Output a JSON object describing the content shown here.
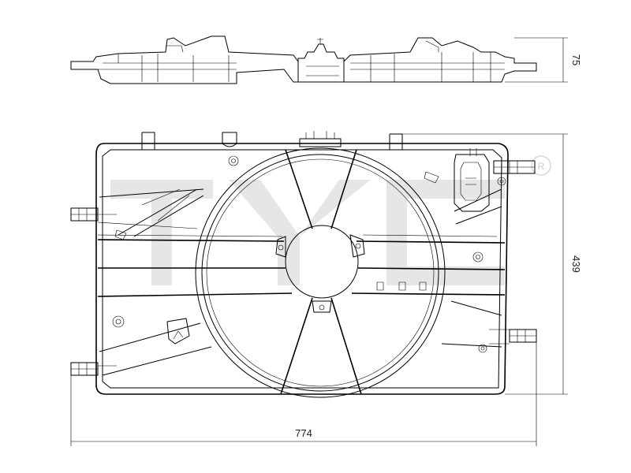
{
  "dimensions": {
    "height_top_view": "75",
    "height_front_view": "439",
    "width_front_view": "774"
  },
  "watermark": {
    "registered_mark": "R"
  },
  "colors": {
    "line": "#000000",
    "watermark": "#e6e6e6",
    "background": "#ffffff"
  }
}
